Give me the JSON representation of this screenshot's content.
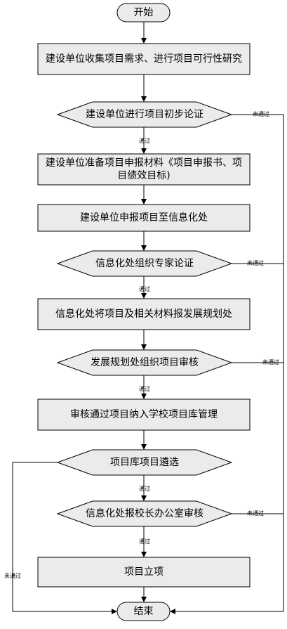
{
  "start_label": "开始",
  "end_label": "结束",
  "steps": [
    "建设单位收集项目需求、进行项目可行性研究",
    "建设单位准备项目申报材料《项目申报书、项目绩效目标)",
    "建设单位申报项目至信息化处",
    "信息化处将项目及相关材料报发展规划处",
    "审核通过项目纳入学校项目库管理",
    "项目立项"
  ],
  "decisions": [
    "建设单位进行项目初步论证",
    "信息化处组织专家论证",
    "发展规划处组织项目审核",
    "项目库项目遴选",
    "信息化处报校长办公室审核"
  ],
  "pass_labels": [
    "通过",
    "通过",
    "通过",
    "通过",
    "通过"
  ],
  "fail_labels": [
    "未通过",
    "未通过",
    "未通过",
    "未通过",
    "未通过"
  ],
  "colors": {
    "node_fill": "#ebebeb",
    "stroke": "#000000",
    "line": "#000000"
  }
}
